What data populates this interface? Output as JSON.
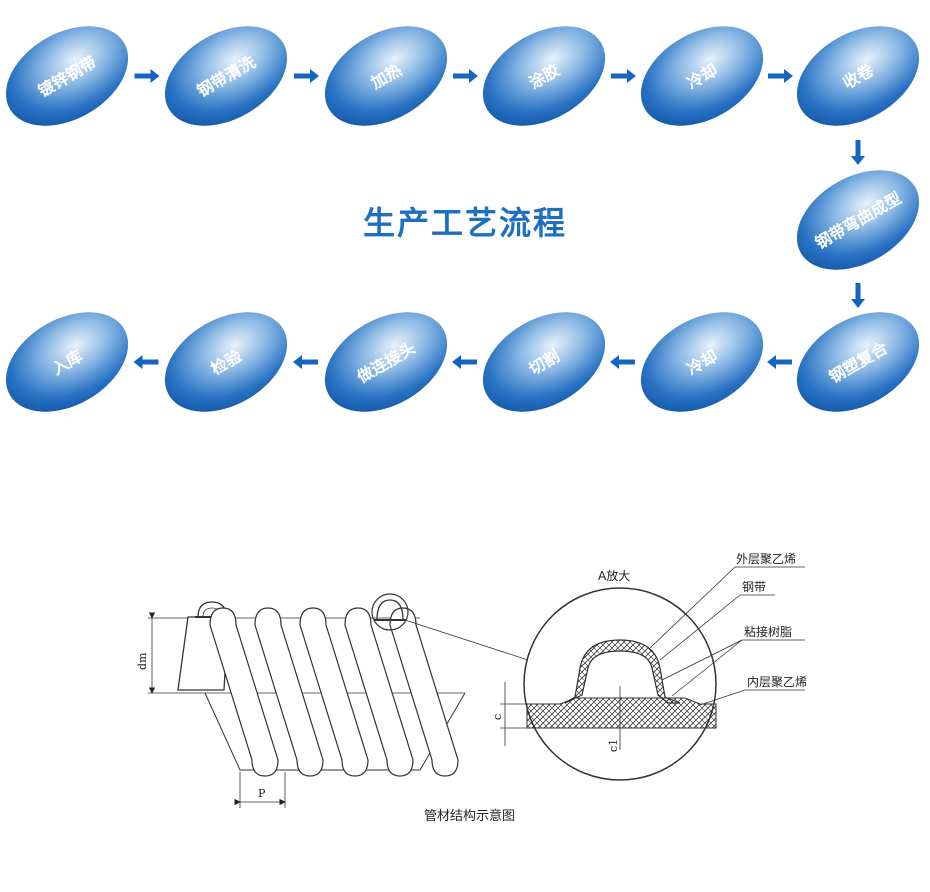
{
  "title": "生产工艺流程",
  "colors": {
    "oval_dark": "#0b4fa0",
    "oval_light": "#e9f2fb",
    "arrow": "#1565c0",
    "title": "#1e6fc1"
  },
  "steps_row1": [
    "镀锌钢带",
    "钢带清洗",
    "加热",
    "涂胶",
    "冷却",
    "收卷"
  ],
  "step_side": "钢带弯曲成型",
  "steps_row2": [
    "钢塑复合",
    "冷却",
    "切割",
    "做连接头",
    "检验",
    "入库"
  ],
  "diagram": {
    "zoom_title": "A放大",
    "layer_outer": "外层聚乙烯",
    "layer_steel": "钢带",
    "layer_adhesive": "粘接树脂",
    "layer_inner": "内层聚乙烯",
    "dim_dm": "dm",
    "dim_p": "P",
    "dim_c": "c",
    "dim_c1": "c1",
    "caption": "管材结构示意图"
  }
}
